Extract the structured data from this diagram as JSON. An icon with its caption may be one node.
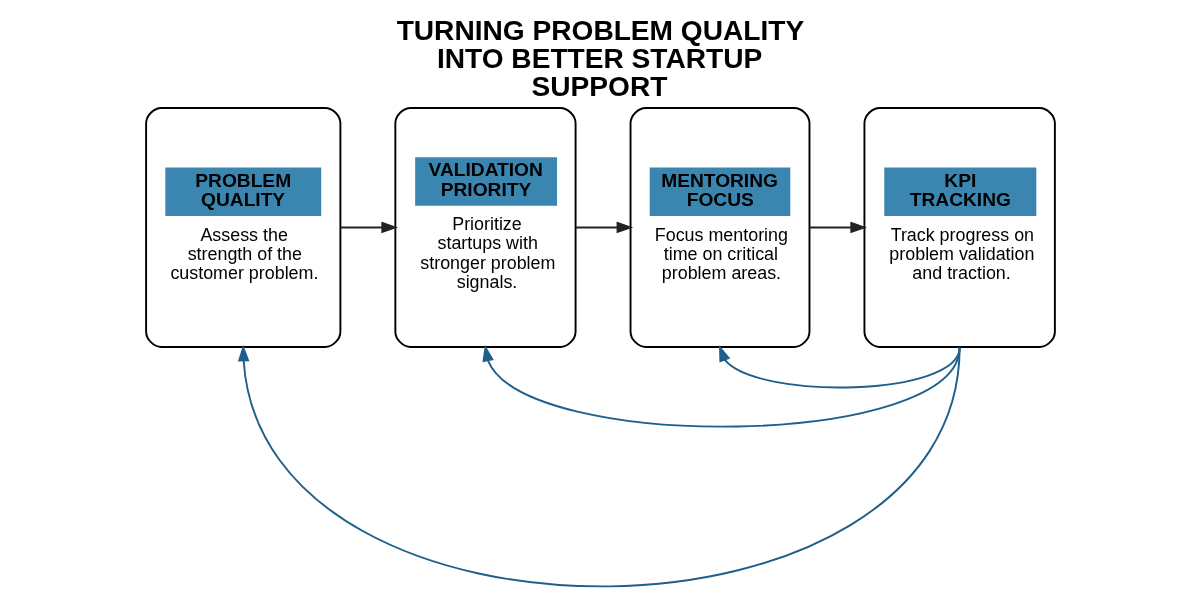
{
  "diagram": {
    "title": "TURNING PROBLEM QUALITY INTO BETTER STARTUP SUPPORT",
    "nodes": [
      {
        "text": [
          "PROBLEM QUALITY",
          "Assess the strength of the customer problem."
        ]
      },
      {
        "text": [
          "VALIDATION PRIORITY",
          "Prioritize startups with stronger problem signals."
        ]
      },
      {
        "text": [
          "MENTORING FOCUS",
          "Focus mentoring time on critical problem areas."
        ]
      },
      {
        "text": [
          "KPI TRACKING",
          "Track progress on problem validation and traction."
        ]
      }
    ],
    "edges": [
      {
        "from": 0,
        "to": 1,
        "arrow": "to"
      },
      {
        "from": 1,
        "to": 2,
        "arrow": "to"
      },
      {
        "from": 2,
        "to": 3,
        "arrow": "to"
      },
      {
        "from": 3,
        "to": 0,
        "arrow": "to",
        "color": "#1f5f8b"
      },
      {
        "from": 3,
        "to": 1,
        "arrow": "to",
        "color": "#1f5f8b"
      },
      {
        "from": 3,
        "to": 2,
        "arrow": "to",
        "color": "#1f5f8b"
      }
    ]
  }
}
